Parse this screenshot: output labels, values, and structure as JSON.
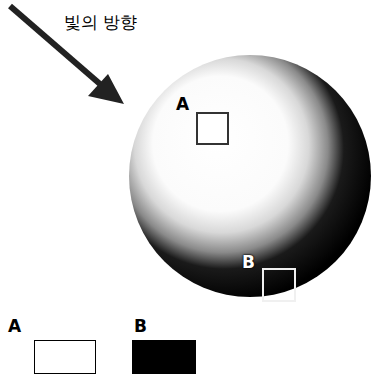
{
  "diagram": {
    "nodes": [
      {
        "text": [
          "A"
        ]
      },
      {
        "text": [
          "B"
        ]
      }
    ],
    "labels": [
      "빛의 방향"
    ],
    "legend": [
      {
        "text": "A",
        "color": "#ffffff"
      },
      {
        "text": "B",
        "color": "#000000"
      }
    ]
  }
}
